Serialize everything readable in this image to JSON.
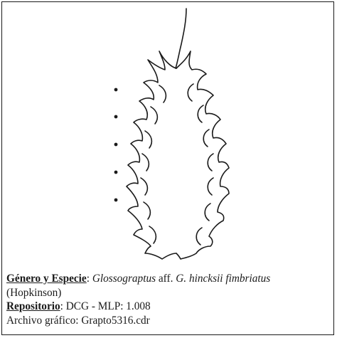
{
  "specimen_card": {
    "genus_species_label": "Género y Especie",
    "separator": ": ",
    "species_italic_1": "Glossograptus",
    "species_mid": " aff. ",
    "species_italic_2": "G. hincksii fimbriatus",
    "author": "(Hopkinson)",
    "repository_label": "Repositorio",
    "repository_value": "DCG - MLP: 1.008",
    "file_line": "Archivo gráfico: Grapto5316.cdr"
  },
  "colors": {
    "ink": "#1a1a1a",
    "background": "#ffffff",
    "frame": "#1a1a1a"
  },
  "drawing": {
    "subject": "graptolite rhabdosome line drawing",
    "thecae_marker_dots": 5
  }
}
